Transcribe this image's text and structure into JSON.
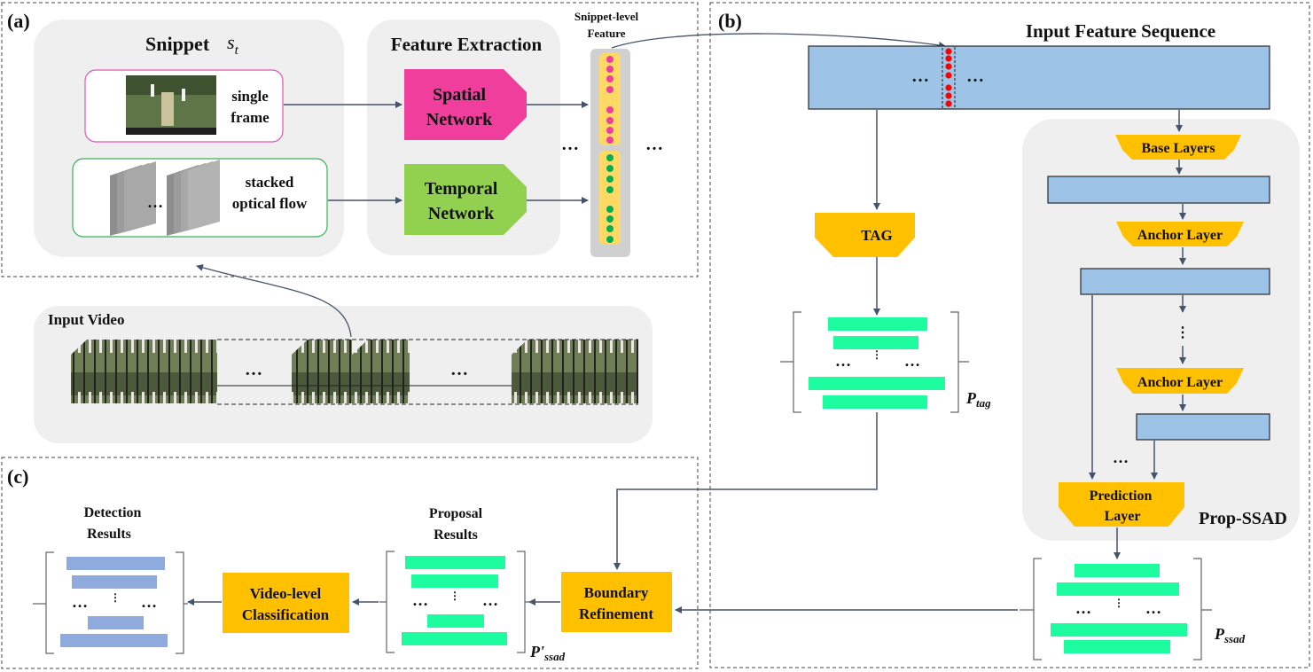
{
  "panels": {
    "a": "(a)",
    "b": "(b)",
    "c": "(c)"
  },
  "snippet": {
    "title": "Snippet",
    "symbol": "s",
    "symbol_sub": "t",
    "single_frame": [
      "single",
      "frame"
    ],
    "optical_flow": [
      "stacked",
      "optical flow"
    ],
    "ellipsis": "…"
  },
  "feature_extraction": {
    "title": "Feature Extraction",
    "spatial": [
      "Spatial",
      "Network"
    ],
    "temporal": [
      "Temporal",
      "Network"
    ]
  },
  "snippet_feature": {
    "label": [
      "Snippet-level",
      "Feature"
    ],
    "ellipsis": "…"
  },
  "input_video": {
    "title": "Input Video",
    "ellipsis": "…"
  },
  "panel_b": {
    "title": "Input Feature Sequence",
    "ellipsis": "…",
    "tag": "TAG",
    "p_tag": "P",
    "p_tag_sub": "tag",
    "base_layers": "Base Layers",
    "anchor_layer": "Anchor Layer",
    "prediction_layer": [
      "Prediction",
      "Layer"
    ],
    "prop_ssad": "Prop-SSAD",
    "p_ssad": "P",
    "p_ssad_sub": "ssad"
  },
  "panel_c": {
    "detection": [
      "Detection",
      "Results"
    ],
    "proposal": [
      "Proposal",
      "Results"
    ],
    "video_cls": [
      "Video-level",
      "Classification"
    ],
    "boundary": [
      "Boundary",
      "Refinement"
    ],
    "p_prime": "P'",
    "p_prime_sub": "ssad",
    "ellipsis": "…"
  },
  "colors": {
    "panel_gray": "#efefef",
    "seq_blue": "#9dc3e6",
    "orange": "#ffc000",
    "magenta": "#ef3e9c",
    "green": "#92d050",
    "proposal_green": "#1dfda0",
    "detect_blue": "#8fabdd",
    "arrow": "#44546a"
  }
}
